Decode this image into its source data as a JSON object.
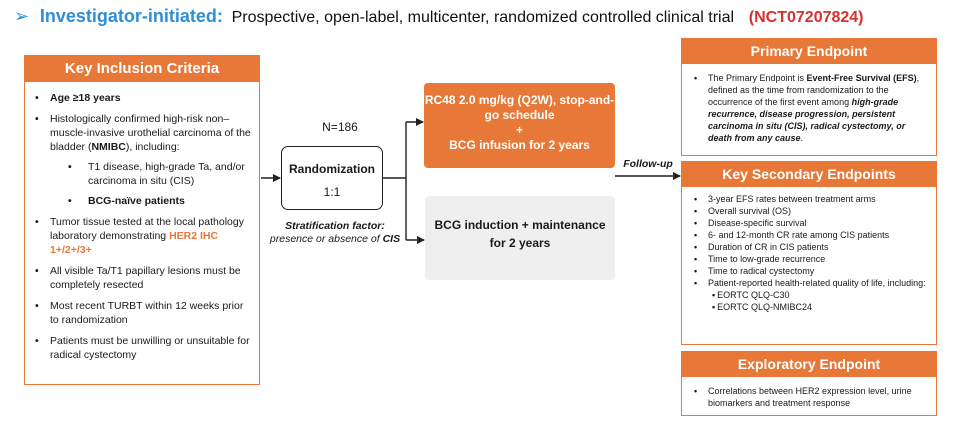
{
  "title": {
    "lead": "Investigator-initiated:",
    "description": "Prospective, open-label, multicenter, randomized controlled clinical trial",
    "nct": "(NCT07207824)"
  },
  "inclusion": {
    "header": "Key Inclusion Criteria",
    "age": "Age ≥18 years",
    "histology_a": "Histologically confirmed high-risk non–muscle-invasive urothelial carcinoma of the bladder (",
    "histology_bold": "NMIBC",
    "histology_b": "), including:",
    "sub_stage": "T1 disease, high-grade Ta, and/or carcinoma in situ (CIS)",
    "sub_naive": "BCG-naïve patients",
    "tissue_a": "Tumor tissue tested at the local pathology laboratory demonstrating",
    "tissue_her2": "HER2 IHC 1+/2+/3+",
    "lesions": "All visible Ta/T1 papillary lesions must be completely resected",
    "turbt": "Most recent TURBT within 12 weeks prior to randomization",
    "cystectomy": "Patients must be unwilling or unsuitable for radical cystectomy"
  },
  "randomization": {
    "n_label": "N=186",
    "title": "Randomization",
    "ratio": "1:1",
    "strat_label": "Stratification factor:",
    "strat_text_a": "presence or absence of ",
    "strat_text_b": "CIS"
  },
  "arms": {
    "arm1_line": "RC48 2.0 mg/kg (Q2W), stop-and-go schedule",
    "arm1_plus": "+",
    "arm1_bcg": "BCG infusion for 2 years",
    "arm2": "BCG induction + maintenance for 2 years"
  },
  "followup": "Follow-up",
  "primary": {
    "header": "Primary Endpoint",
    "text_a": "The Primary Endpoint is ",
    "text_efs": "Event-Free Survival (EFS)",
    "text_b": ", defined as the time from randomization to the occurrence of the first event among ",
    "text_events": "high-grade recurrence, disease progression, persistent carcinoma in situ (CIS), radical cystectomy, or death from any cause",
    "text_c": "."
  },
  "secondary": {
    "header": "Key Secondary Endpoints",
    "items": [
      "3-year EFS rates between treatment arms",
      "Overall survival (OS)",
      "Disease-specific survival",
      "6- and 12-month CR rate among CIS patients",
      "Duration of CR in CIS patients",
      "Time to low-grade recurrence",
      "Time to radical cystectomy",
      "Patient-reported health-related quality of life, including:"
    ],
    "subitems": [
      "EORTC QLQ-C30",
      "EORTC QLQ-NMIBC24"
    ]
  },
  "exploratory": {
    "header": "Exploratory Endpoint",
    "text": "Correlations between HER2 expression level, urine biomarkers and treatment response"
  },
  "colors": {
    "accent_orange": "#e87837",
    "title_blue": "#2e8fd6",
    "nct_red": "#d9302f",
    "arm2_gray": "#efefef"
  }
}
